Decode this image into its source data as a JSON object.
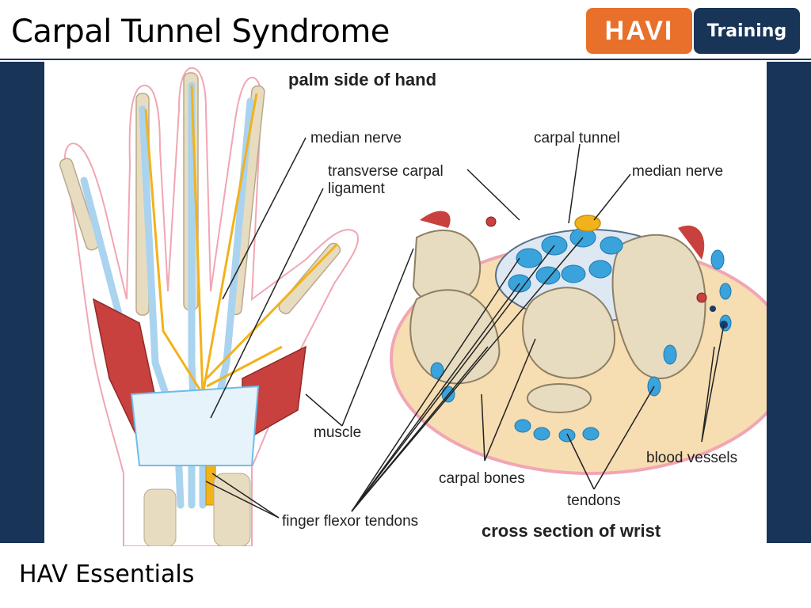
{
  "header": {
    "title": "Carpal Tunnel Syndrome",
    "logo_text": "HAVI",
    "logo_badge": "Training"
  },
  "footer": {
    "text": "HAV Essentials"
  },
  "diagram": {
    "hand_view_title": "palm side of hand",
    "wrist_view_title": "cross section of wrist",
    "labels": {
      "median_nerve_hand": "median nerve",
      "transverse_carpal_1": "transverse carpal",
      "transverse_carpal_2": "ligament",
      "muscle": "muscle",
      "finger_flexor_tendons": "finger flexor tendons",
      "carpal_tunnel": "carpal tunnel",
      "median_nerve_wrist": "median nerve",
      "blood_vessels": "blood vessels",
      "carpal_bones": "carpal bones",
      "tendons": "tendons"
    }
  },
  "colors": {
    "navy": "#183457",
    "orange": "#e8702a",
    "nerve": "#f2b21c",
    "tendon": "#a9d3ee",
    "muscle": "#c8413f",
    "bone": "#e8dcc0",
    "skin": "#f1a6b4",
    "wrist_fat": "#f6ddb2"
  }
}
